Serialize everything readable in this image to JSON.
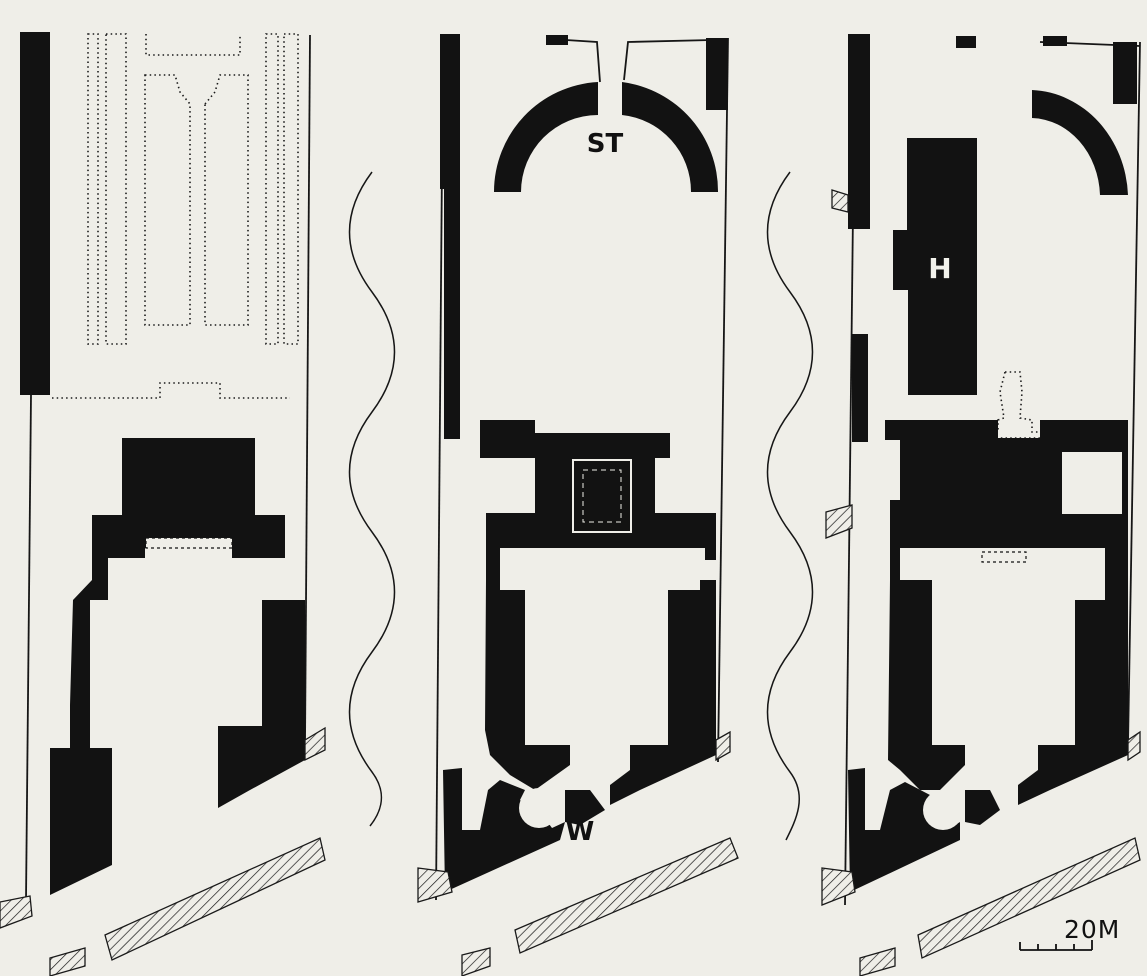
{
  "labels": {
    "stadium": "ST",
    "hall": "H",
    "west": "W"
  },
  "scale_bar": {
    "label": "20M"
  },
  "colors": {
    "paper": "#efeee8",
    "ink": "#121212"
  }
}
